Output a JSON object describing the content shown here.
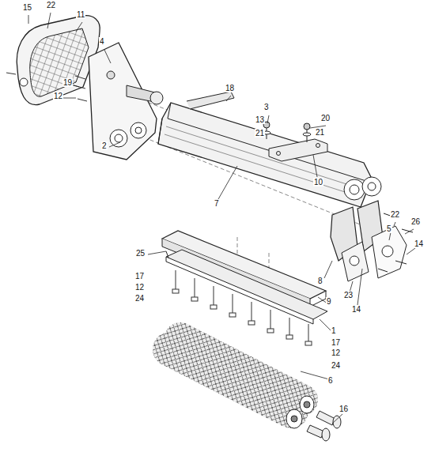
{
  "diagram": {
    "labels": [
      "15",
      "22",
      "11",
      "4",
      "19",
      "12",
      "2",
      "18",
      "3",
      "13",
      "21",
      "20",
      "21",
      "10",
      "7",
      "22",
      "26",
      "5",
      "14",
      "8",
      "23",
      "14",
      "25",
      "17",
      "12",
      "24",
      "9",
      "1",
      "17",
      "12",
      "24",
      "6",
      "16"
    ]
  }
}
